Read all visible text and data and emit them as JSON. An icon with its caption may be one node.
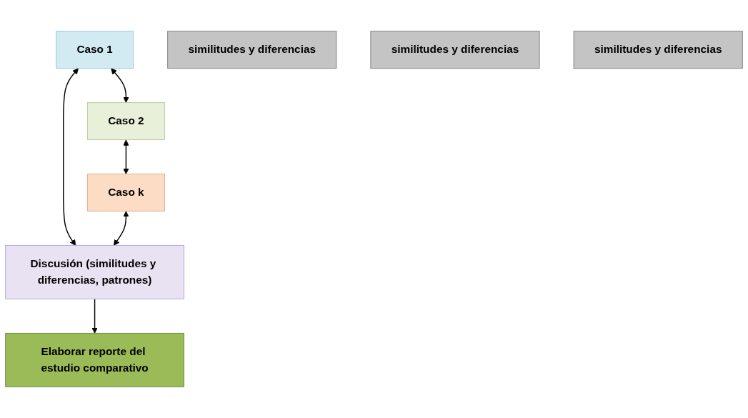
{
  "diagram": {
    "nodes": [
      {
        "text": [
          "Caso 1"
        ]
      },
      {
        "text": [
          "similitudes y diferencias"
        ]
      },
      {
        "text": [
          "Caso 2"
        ]
      },
      {
        "text": [
          "similitudes y diferencias"
        ]
      },
      {
        "text": [
          "Caso k"
        ]
      },
      {
        "text": [
          "similitudes y diferencias"
        ]
      },
      {
        "text": [
          "Discusión (similitudes y diferencias, patrones)"
        ]
      },
      {
        "text": [
          "Elaborar reporte del estudio comparativo"
        ]
      }
    ],
    "edges": [
      {
        "from": 0,
        "to": 2,
        "arrow": "both"
      },
      {
        "from": 2,
        "to": 4,
        "arrow": "both"
      },
      {
        "from": 0,
        "to": 6,
        "arrow": "both"
      },
      {
        "from": 4,
        "to": 6,
        "arrow": "both"
      },
      {
        "from": 6,
        "to": 7,
        "arrow": "to"
      }
    ]
  }
}
